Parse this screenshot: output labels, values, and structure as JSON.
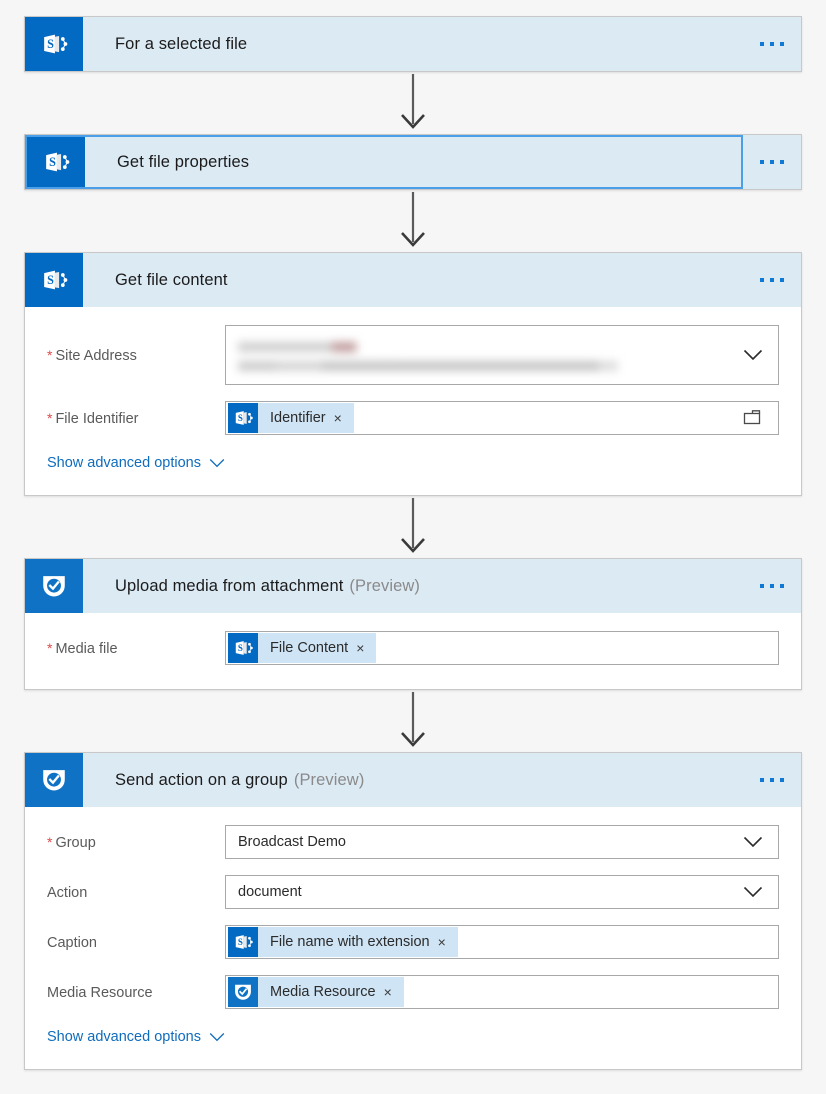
{
  "flow": {
    "steps": [
      {
        "id": "for-a-selected-file",
        "title": "For a selected file",
        "preview": "",
        "icon": "sharepoint-icon",
        "selected": false,
        "has_body": false,
        "fields": [],
        "advanced_label": ""
      },
      {
        "id": "get-file-properties",
        "title": "Get file properties",
        "preview": "",
        "icon": "sharepoint-icon",
        "selected": true,
        "has_body": false,
        "fields": [],
        "advanced_label": ""
      },
      {
        "id": "get-file-content",
        "title": "Get file content",
        "preview": "",
        "icon": "sharepoint-icon",
        "selected": false,
        "has_body": true,
        "fields": [
          {
            "label": "Site Address",
            "required": true,
            "kind": "blurred-dropdown",
            "value": "",
            "chip": null
          },
          {
            "label": "File Identifier",
            "required": true,
            "kind": "chip-picker",
            "value": "",
            "chip": {
              "label": "Identifier",
              "icon": "sharepoint-icon",
              "remove": "×"
            }
          }
        ],
        "advanced_label": "Show advanced options"
      },
      {
        "id": "upload-media-from-attachment",
        "title": "Upload media from attachment",
        "preview": "(Preview)",
        "icon": "kaizala-shield-check-icon",
        "selected": false,
        "has_body": true,
        "fields": [
          {
            "label": "Media file",
            "required": true,
            "kind": "chip",
            "value": "",
            "chip": {
              "label": "File Content",
              "icon": "sharepoint-icon",
              "remove": "×"
            }
          }
        ],
        "advanced_label": ""
      },
      {
        "id": "send-action-on-a-group",
        "title": "Send action on a group",
        "preview": "(Preview)",
        "icon": "kaizala-shield-check-icon",
        "selected": false,
        "has_body": true,
        "fields": [
          {
            "label": "Group",
            "required": true,
            "kind": "dropdown",
            "value": "Broadcast Demo",
            "chip": null
          },
          {
            "label": "Action",
            "required": false,
            "kind": "dropdown",
            "value": "document",
            "chip": null
          },
          {
            "label": "Caption",
            "required": false,
            "kind": "chip",
            "value": "",
            "chip": {
              "label": "File name with extension",
              "icon": "sharepoint-icon",
              "remove": "×"
            }
          },
          {
            "label": "Media Resource",
            "required": false,
            "kind": "chip",
            "value": "",
            "chip": {
              "label": "Media Resource",
              "icon": "kaizala-shield-check-icon",
              "remove": "×"
            }
          }
        ],
        "advanced_label": "Show advanced options"
      }
    ]
  },
  "icons": {
    "ellipsis": "more-options-icon",
    "chevron_down": "chevron-down-icon",
    "folder": "folder-picker-icon",
    "arrow": "flow-connector-arrow-icon"
  },
  "colors": {
    "sharepoint_blue": "#036ac4",
    "kaizala_blue": "#0f72c4",
    "header_bg": "#dceaf4",
    "chip_bg": "#cfe4f5",
    "link_blue": "#0f6cbd",
    "required_red": "#e04b4b",
    "page_bg": "#f6f6f6",
    "selected_border": "#4a9fe8"
  }
}
